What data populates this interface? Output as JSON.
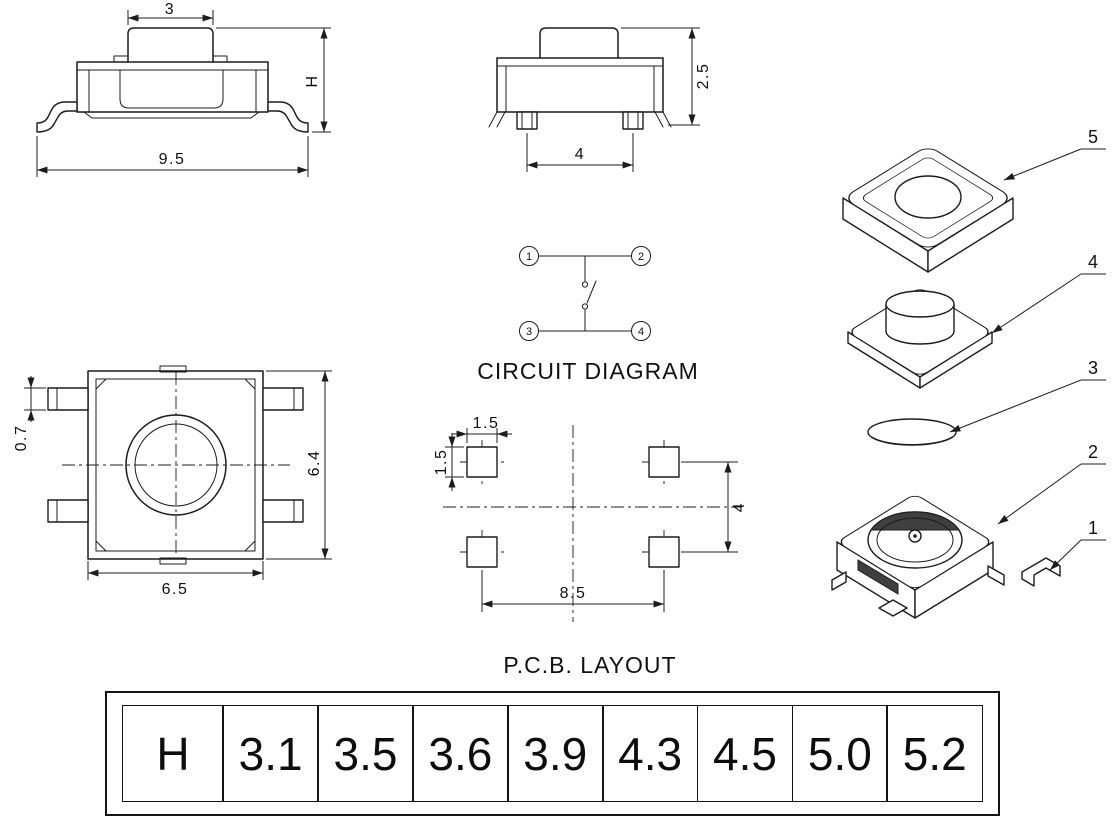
{
  "drawing": {
    "background": "#ffffff",
    "line_color": "#1c1c1c"
  },
  "front_view": {
    "dim_knob_width": "3",
    "dim_overall_width": "9.5",
    "dim_height": "H"
  },
  "side_view": {
    "dim_terminal_pitch": "4",
    "dim_height": "2.5"
  },
  "circuit_diagram": {
    "title": "CIRCUIT DIAGRAM",
    "terminals": [
      "1",
      "2",
      "3",
      "4"
    ]
  },
  "top_view": {
    "dim_terminal_width": "0.7",
    "dim_body_depth": "6.4",
    "dim_body_width": "6.5"
  },
  "pcb_layout": {
    "title": "P.C.B. LAYOUT",
    "dim_pad_width": "1.5",
    "dim_pad_height": "1.5",
    "dim_pitch_vertical": "4",
    "dim_pitch_horizontal": "8.5"
  },
  "exploded_view": {
    "parts": [
      "5",
      "4",
      "3",
      "2",
      "1"
    ]
  },
  "height_table": {
    "header": "H",
    "values": [
      "3.1",
      "3.5",
      "3.6",
      "3.9",
      "4.3",
      "4.5",
      "5.0",
      "5.2"
    ]
  }
}
